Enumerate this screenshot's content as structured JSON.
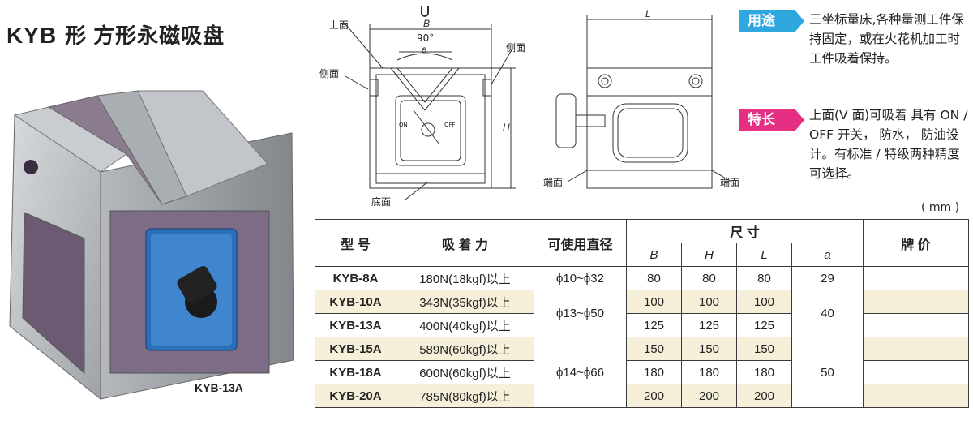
{
  "header": {
    "brand": "KYB",
    "t1": "形",
    "t2": "方形永磁吸盘"
  },
  "photo": {
    "caption": "KYB-13A"
  },
  "drawing": {
    "labels": {
      "top": "上面",
      "side_l": "侧面",
      "side_r": "侧面",
      "bottom": "底面",
      "end_l": "端面",
      "end_r": "端面",
      "B": "B",
      "angle": "90°",
      "a": "a",
      "H": "H",
      "L": "L",
      "on": "ON",
      "off": "OFF"
    }
  },
  "info": {
    "use_tag": "用途",
    "use_text": "三坐标量床,各种量测工件保持固定，或在火花机加工时工件吸着保持。",
    "feature_tag": "特长",
    "feature_text": "上面(V 面)可吸着 具有 ON / OFF 开关， 防水， 防油设计。有标准 / 特级两种精度可选择。"
  },
  "unit": "( mm )",
  "table": {
    "headers": {
      "model": "型  号",
      "force": "吸  着  力",
      "diameter": "可使用直径",
      "dims": "尺        寸",
      "price": "牌    价"
    },
    "sub": {
      "B": "B",
      "H": "H",
      "L": "L",
      "a": "a"
    },
    "rows": [
      {
        "model": "KYB-8A",
        "force": "180N(18kgf)以上",
        "diameter": "ϕ10~ϕ32",
        "B": "80",
        "H": "80",
        "L": "80",
        "a": "29"
      },
      {
        "model": "KYB-10A",
        "force": "343N(35kgf)以上",
        "diameter": "ϕ13~ϕ50",
        "B": "100",
        "H": "100",
        "L": "100",
        "a": "40"
      },
      {
        "model": "KYB-13A",
        "force": "400N(40kgf)以上",
        "B": "125",
        "H": "125",
        "L": "125"
      },
      {
        "model": "KYB-15A",
        "force": "589N(60kgf)以上",
        "diameter": "ϕ14~ϕ66",
        "B": "150",
        "H": "150",
        "L": "150",
        "a": "50"
      },
      {
        "model": "KYB-18A",
        "force": "600N(60kgf)以上",
        "B": "180",
        "H": "180",
        "L": "180"
      },
      {
        "model": "KYB-20A",
        "force": "785N(80kgf)以上",
        "B": "200",
        "H": "200",
        "L": "200"
      }
    ]
  },
  "colors": {
    "blue_tag": "#2fa8df",
    "pink_tag": "#e42f83",
    "highlight": "#f6efd9"
  }
}
